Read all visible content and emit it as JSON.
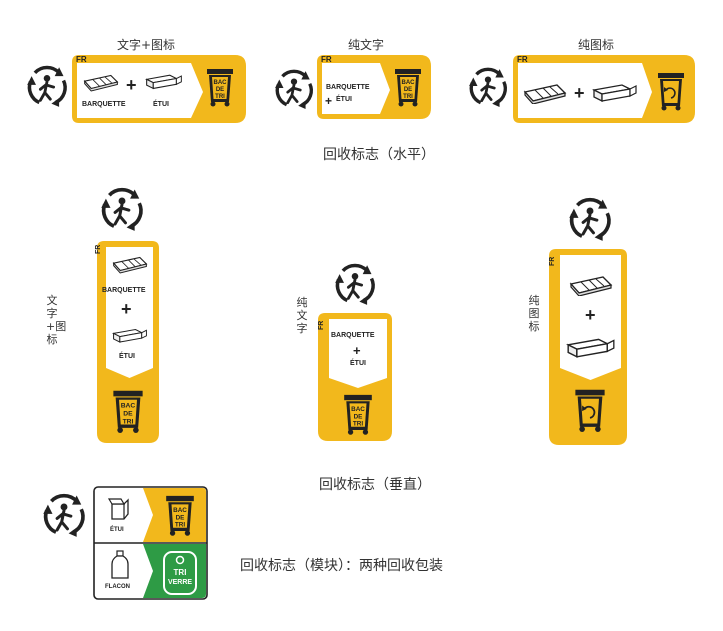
{
  "colors": {
    "yellow": "#f2b81c",
    "green": "#2e9b45",
    "dark": "#222222"
  },
  "icons": [
    "triman-icon",
    "tray-icon",
    "box-icon",
    "yellow-bin-icon",
    "recycle-arrows-icon",
    "bottle-icon",
    "green-bin-icon"
  ],
  "horizontal": {
    "title": "回收标志（水平）",
    "text_icon": {
      "caption": "文字+图标",
      "fr": "FR",
      "item1": "BARQUETTE",
      "item2": "ÉTUI",
      "bin": "BAC DE TRI"
    },
    "text_only": {
      "caption": "纯文字",
      "fr": "FR",
      "item1": "BARQUETTE",
      "item2": "ÉTUI",
      "bin": "BAC DE TRI"
    },
    "icon_only": {
      "caption": "纯图标",
      "fr": "FR"
    }
  },
  "vertical": {
    "title": "回收标志（垂直）",
    "text_icon": {
      "caption": "文字+图标",
      "fr": "FR",
      "item1": "BARQUETTE",
      "item2": "ÉTUI",
      "bin": "BAC DE TRI"
    },
    "text_only": {
      "caption": "纯文字",
      "fr": "FR",
      "item1": "BARQUETTE",
      "item2": "ÉTUI",
      "bin": "BAC DE TRI"
    },
    "icon_only": {
      "caption": "纯图标",
      "fr": "FR"
    }
  },
  "module": {
    "title": "回收标志（模块）：两种回收包装",
    "row1_item": "ÉTUI",
    "row1_bin": "BAC DE TRI",
    "row2_item": "FLACON",
    "row2_bin": "TRI VERRE"
  }
}
